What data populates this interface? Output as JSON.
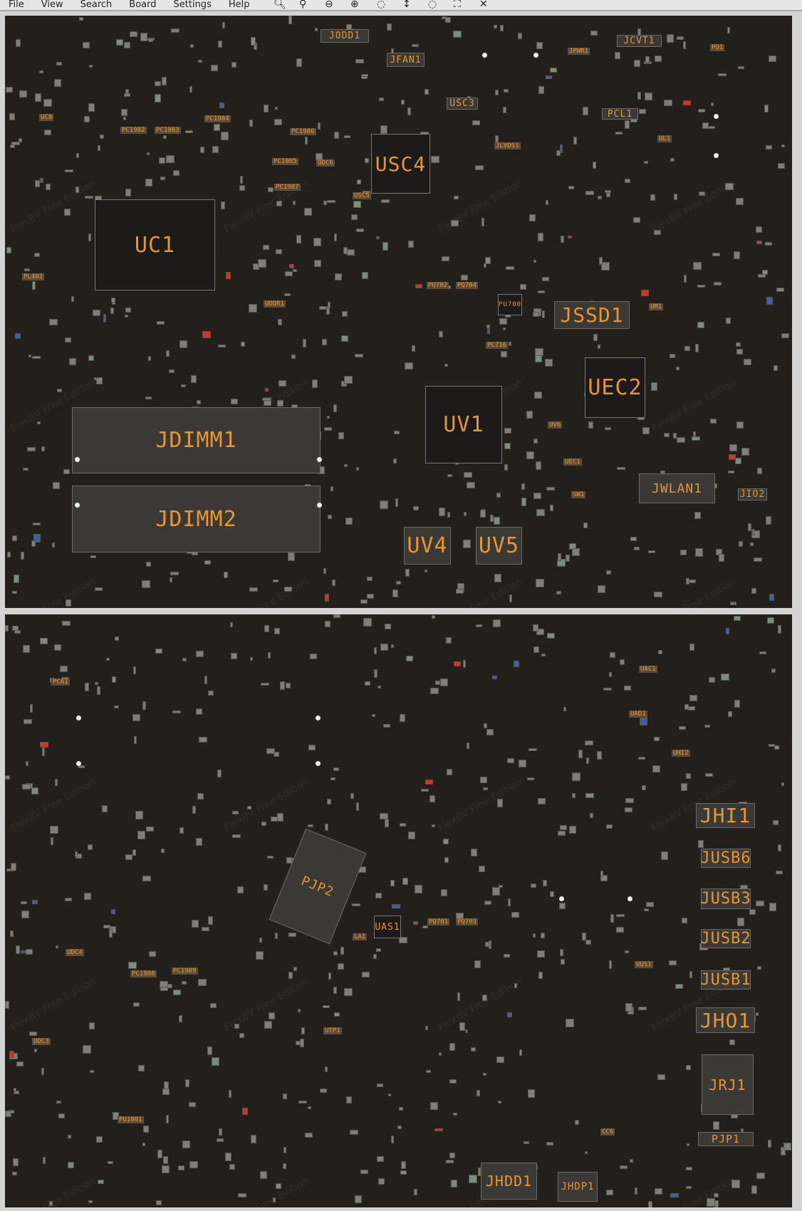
{
  "menu": [
    "File",
    "View",
    "Search",
    "Board",
    "Settings",
    "Help"
  ],
  "toolbar_icons": [
    "search-icon",
    "zoom-icon",
    "zoom-out-icon",
    "zoom-in-icon",
    "rotate-icon",
    "flip-icon",
    "rotate-ccw-icon",
    "fit-icon",
    "close-icon"
  ],
  "toolbar_glyphs": [
    "🔍︎",
    "⚲",
    "⊖",
    "⊕",
    "◌",
    "↕",
    "◌",
    "⛶",
    "✕"
  ],
  "watermark": "FlexBV Free Edition",
  "colors": {
    "board": "#23201c",
    "label": "#e8962f",
    "pad": "#7f7f79",
    "accent_blue": "#3d5fa8"
  },
  "top": {
    "big": [
      "UC1",
      "JDIMM1",
      "JDIMM2",
      "UV1",
      "UEC2",
      "USC4",
      "JSSD1",
      "JWLAN1",
      "UV4",
      "UV5",
      "JODD1",
      "JFAN1",
      "JCVT1",
      "PCL1",
      "USC3",
      "JIO2",
      "PU700"
    ],
    "small": [
      "UC8",
      "PC1982",
      "PC1983",
      "PC1984",
      "PC1986",
      "PC1985",
      "PC1987",
      "PL402",
      "UL1",
      "JPWR1",
      "PQ1",
      "UM1",
      "UV6",
      "UEC1",
      "SW1",
      "PC716",
      "JLVDS1",
      "USC5",
      "QDC6",
      "UDDR1",
      "PQ702",
      "PQ704"
    ]
  },
  "bottom": {
    "big": [
      "PJP2",
      "JHI1",
      "JUSB6",
      "JUSB3",
      "JUSB2",
      "JUSB1",
      "JHO1",
      "JRJ1",
      "PJP1",
      "JHDD1",
      "JHDP1",
      "UAS1"
    ],
    "small": [
      "PCA1",
      "UAC1",
      "UAD1",
      "UHI2",
      "UDC4",
      "PC1988",
      "PC1989",
      "UDC3",
      "PU1801",
      "UTP1",
      "LA1",
      "PQ701",
      "PQ703",
      "UUS1",
      "CC6"
    ]
  }
}
